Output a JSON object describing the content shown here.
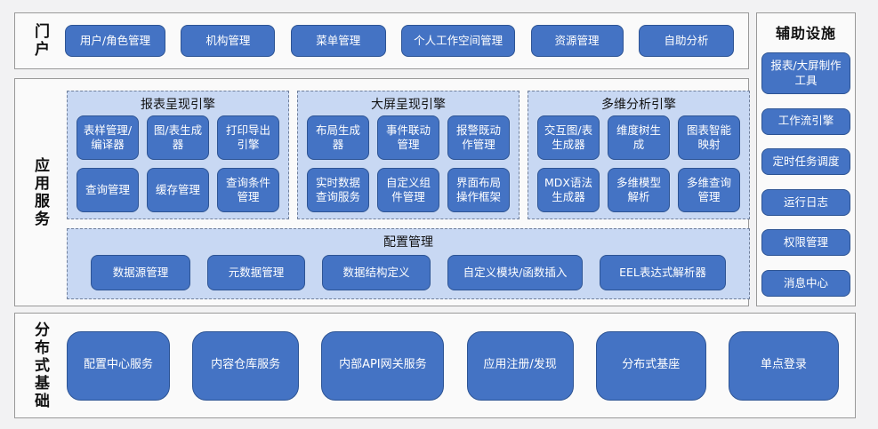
{
  "colors": {
    "canvas_bg": "#f2f2f3",
    "panel_bg": "#fafafa",
    "panel_border": "#999999",
    "node_fill": "#4473c4",
    "node_border": "#2d5494",
    "node_text": "#ffffff",
    "group_fill": "#c8d8f3",
    "group_border": "#6f7f9b",
    "label_text": "#111111"
  },
  "portal": {
    "label": "门户",
    "buttons": [
      "用户/角色管理",
      "机构管理",
      "菜单管理",
      "个人工作空间管理",
      "资源管理",
      "自助分析"
    ]
  },
  "app_services": {
    "label": "应用服务",
    "engines": [
      {
        "title": "报表呈现引擎",
        "buttons": [
          "表样管理/编译器",
          "图/表生成器",
          "打印导出引擎",
          "查询管理",
          "缓存管理",
          "查询条件管理"
        ]
      },
      {
        "title": "大屏呈现引擎",
        "buttons": [
          "布局生成器",
          "事件联动管理",
          "报警既动作管理",
          "实时数据查询服务",
          "自定义组件管理",
          "界面布局操作框架"
        ]
      },
      {
        "title": "多维分析引擎",
        "buttons": [
          "交互图/表生成器",
          "维度树生成",
          "图表智能映射",
          "MDX语法生成器",
          "多维模型解析",
          "多维查询管理"
        ]
      }
    ],
    "config": {
      "title": "配置管理",
      "buttons": [
        "数据源管理",
        "元数据管理",
        "数据结构定义",
        "自定义模块/函数插入",
        "EEL表达式解析器"
      ]
    }
  },
  "distributed": {
    "label": "分布式基础",
    "buttons": [
      "配置中心服务",
      "内容仓库服务",
      "内部API网关服务",
      "应用注册/发现",
      "分布式基座",
      "单点登录"
    ]
  },
  "auxiliary": {
    "label": "辅助设施",
    "buttons": [
      "报表/大屏制作工具",
      "工作流引擎",
      "定时任务调度",
      "运行日志",
      "权限管理",
      "消息中心"
    ]
  }
}
